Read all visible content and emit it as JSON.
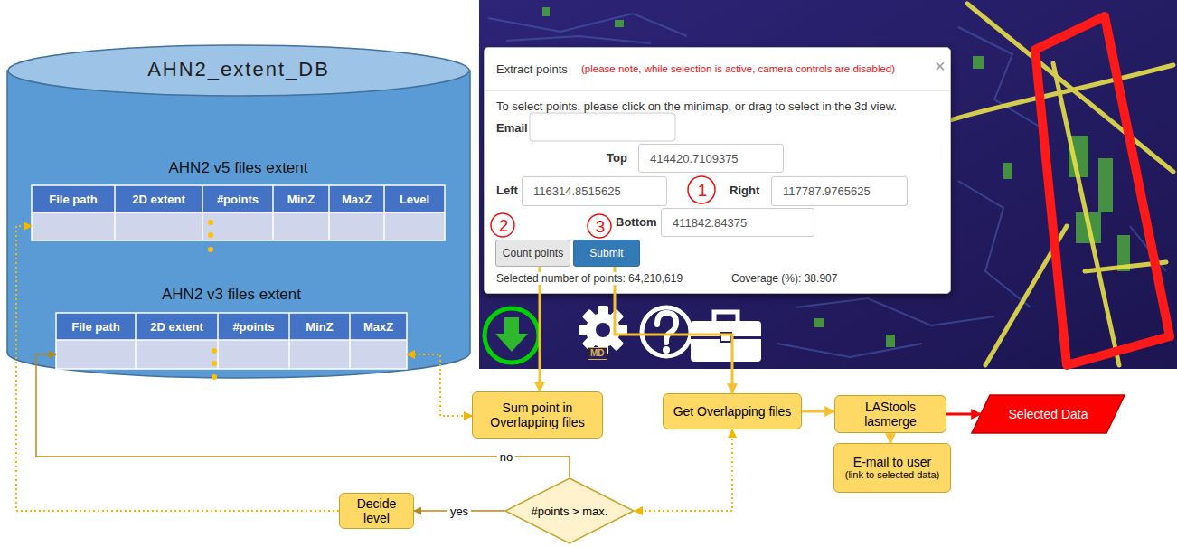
{
  "diagram": {
    "nodes": [
      {
        "text": [
          "AHN2_extent_DB"
        ]
      },
      {
        "text": [
          "AHN2 v5 files extent"
        ],
        "in": 0
      },
      {
        "text": [
          "AHN2 v3 files extent"
        ],
        "in": 0
      },
      {
        "text": [
          "Extract points",
          "(please note, while selection is active, camera controls are disabled)"
        ]
      },
      {
        "text": [
          "414420.7109375"
        ],
        "in": 3
      },
      {
        "text": [
          "116314.8515625"
        ],
        "in": 3
      },
      {
        "text": [
          "117787.9765625"
        ],
        "in": 3
      },
      {
        "text": [
          "411842.84375"
        ],
        "in": 3
      },
      {
        "text": [
          "Count points"
        ],
        "in": 3
      },
      {
        "text": [
          "Submit"
        ],
        "in": 3
      },
      {
        "text": [
          "Sum point in Overlapping files"
        ]
      },
      {
        "text": [
          "Get Overlapping files"
        ]
      },
      {
        "text": [
          "LAStools lasmerge"
        ]
      },
      {
        "text": [
          "Selected Data"
        ]
      },
      {
        "text": [
          "E-mail to user",
          "(link to selected data)"
        ]
      },
      {
        "text": [
          "#points > max."
        ]
      },
      {
        "text": [
          "Decide level"
        ]
      }
    ],
    "edges": [
      {
        "from": 8,
        "to": 10,
        "arrow": "to"
      },
      {
        "from": 9,
        "to": 11,
        "arrow": "to"
      },
      {
        "from": 10,
        "to": 2,
        "arrow": "both"
      },
      {
        "from": 11,
        "to": 12,
        "arrow": "to"
      },
      {
        "from": 12,
        "to": 13,
        "arrow": "to"
      },
      {
        "from": 12,
        "to": 14,
        "arrow": "to"
      },
      {
        "from": 11,
        "to": 15,
        "arrow": "both"
      },
      {
        "from": 15,
        "to": 2,
        "label": "no",
        "arrow": "to"
      },
      {
        "from": 15,
        "to": 16,
        "label": "yes",
        "arrow": "to"
      },
      {
        "from": 16,
        "to": 1,
        "arrow": "to"
      }
    ],
    "labels": [
      "File path",
      "2D extent",
      "#points",
      "MinZ",
      "MaxZ",
      "Level",
      "File path",
      "2D extent",
      "#points",
      "MinZ",
      "MaxZ",
      "×",
      "To select points, please click on the minimap, or drag to select in the 3d view.",
      "Email",
      "Top",
      "Left",
      "Right",
      "Bottom",
      "1",
      "2",
      "3",
      "Selected number of points: 64,210,619",
      "Coverage (%): 38.907",
      "MD"
    ]
  }
}
